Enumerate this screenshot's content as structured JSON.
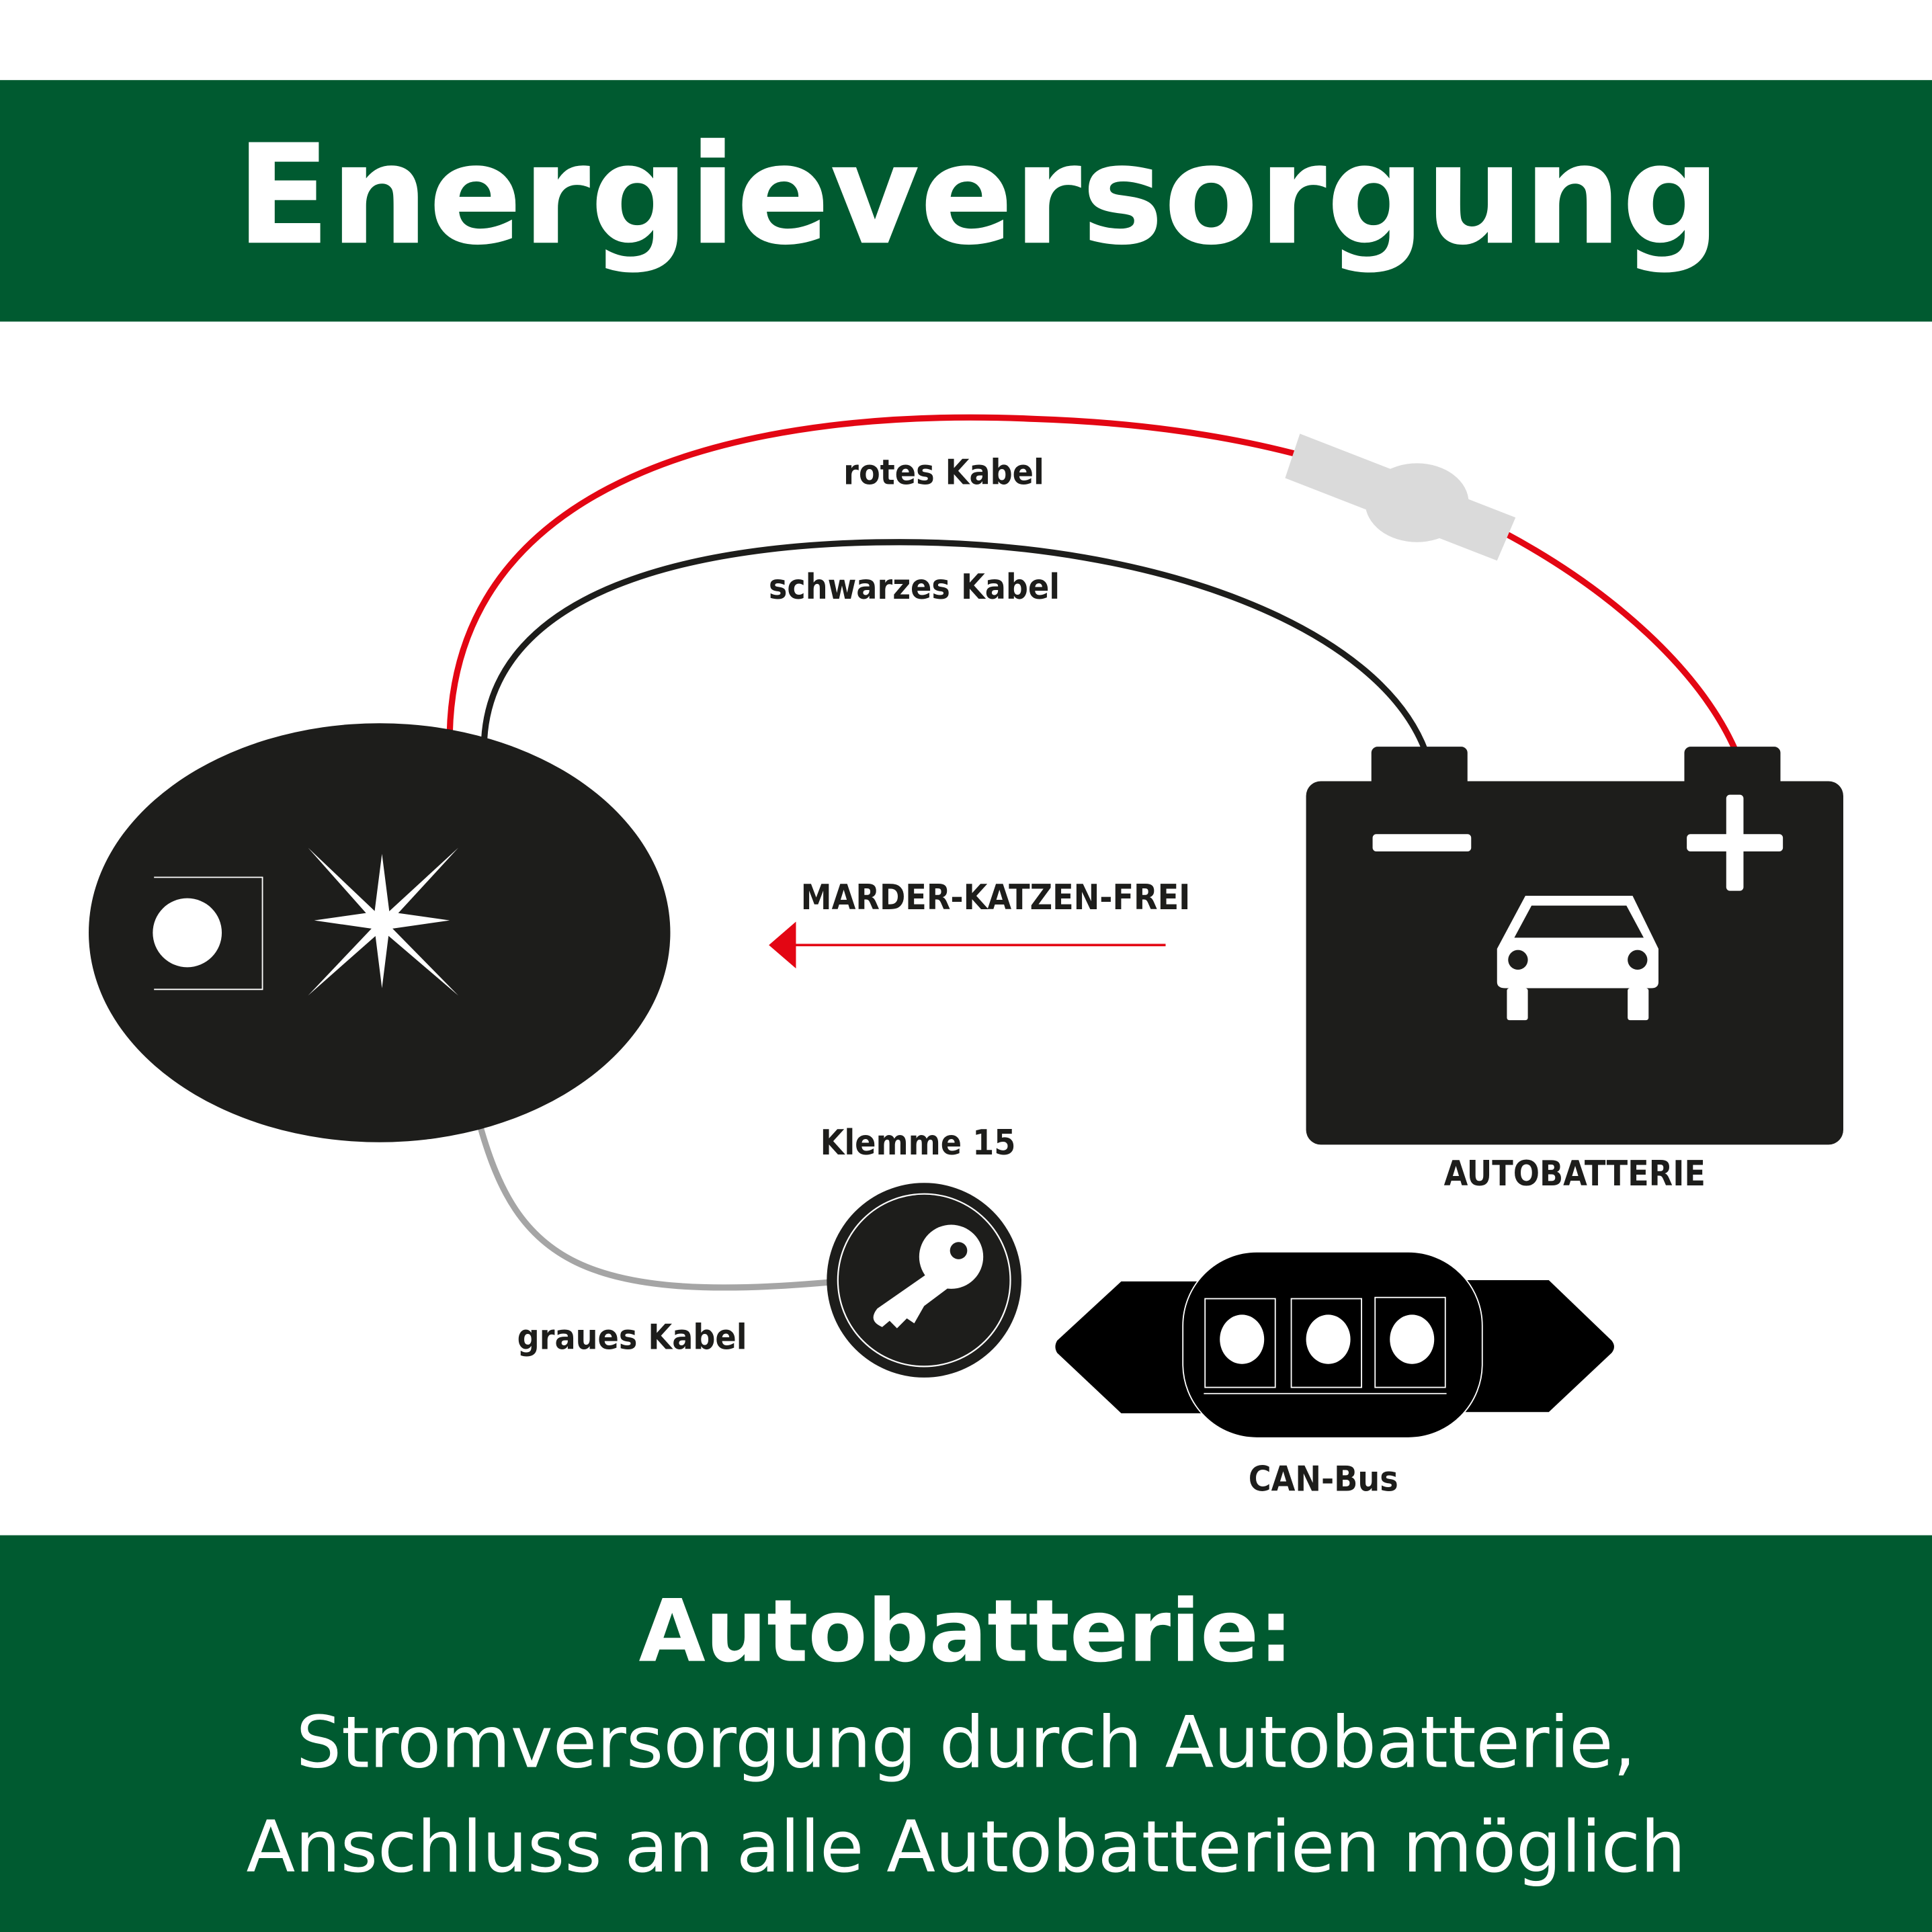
{
  "header": {
    "title": "Energieversorgung"
  },
  "diagram": {
    "red_cable": "rotes Kabel",
    "black_cable": "schwarzes Kabel",
    "grey_cable": "graues Kabel",
    "marten_label": "MARDER-KATZEN-FREI",
    "ignition_label": "Klemme 15",
    "battery_label": "AUTOBATTERIE",
    "canbus_label": "CAN-Bus"
  },
  "footer": {
    "heading": "Autobatterie:",
    "line1": "Stromversorgung durch Autobatterie,",
    "line2": "Anschluss an alle Autobatterien möglich"
  },
  "colors": {
    "brand_green": "#005a30",
    "red": "#e30613",
    "dark": "#1d1d1b",
    "grey": "#a5a5a5"
  }
}
